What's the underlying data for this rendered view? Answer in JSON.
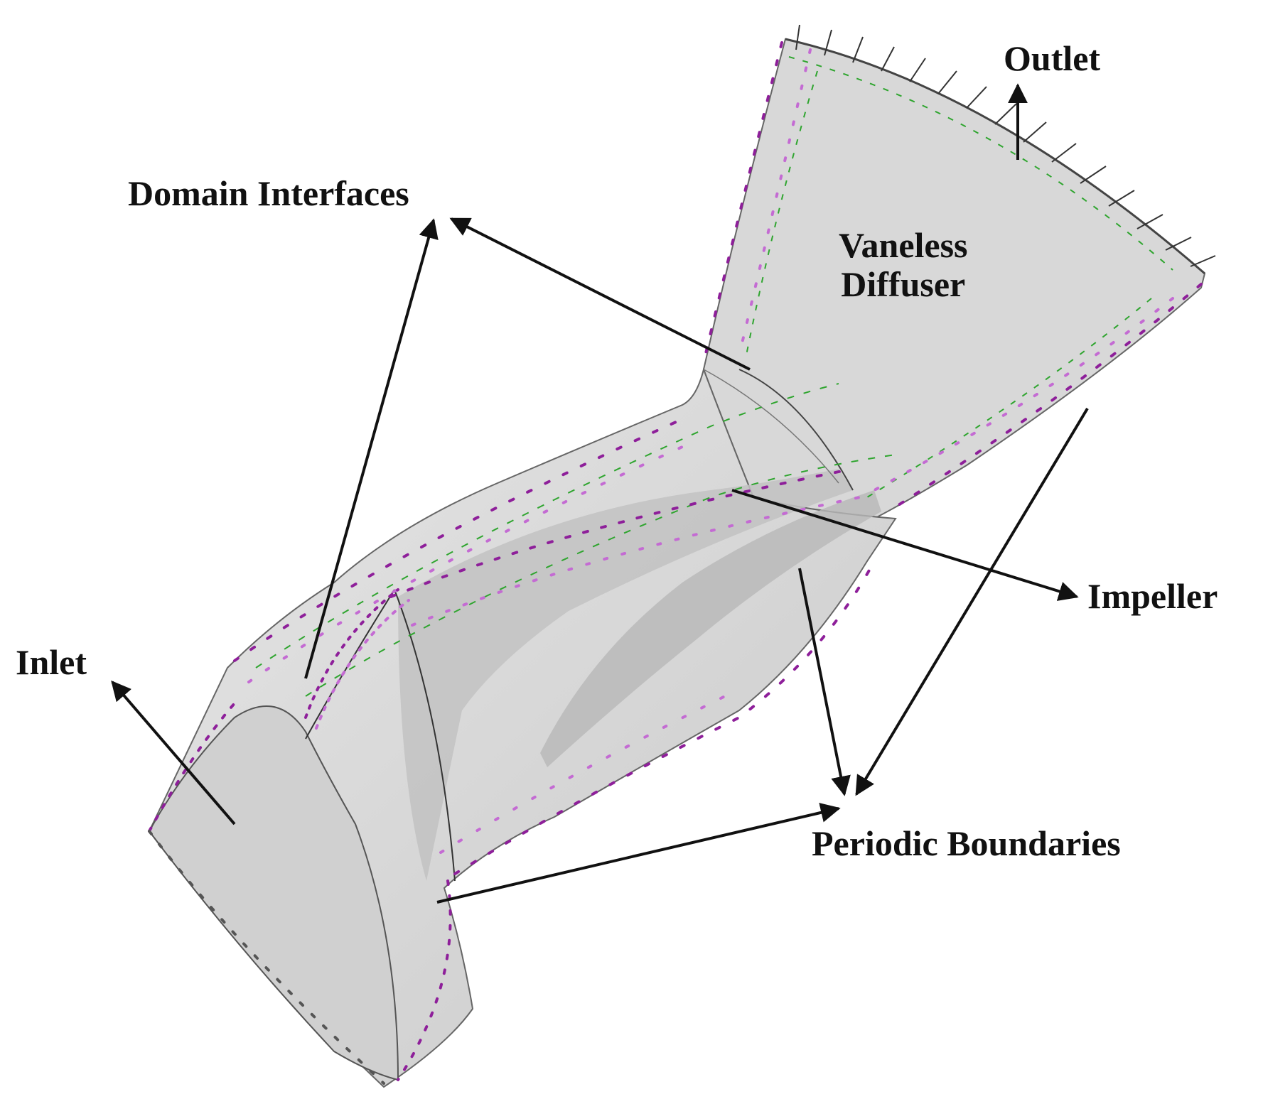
{
  "labels": {
    "outlet": "Outlet",
    "domain_interfaces": "Domain Interfaces",
    "vaneless_line1": "Vaneless",
    "vaneless_line2": "Diffuser",
    "impeller": "Impeller",
    "inlet": "Inlet",
    "periodic_boundaries": "Periodic Boundaries"
  },
  "colors": {
    "domain_fill": "#d4d4d4",
    "domain_fill_light": "#e2e2e2",
    "domain_fill_dark": "#bdbdbd",
    "periodic_marker": "#8e1f9a",
    "periodic_marker_light": "#c46bd3",
    "interface_marker": "#2fa52f",
    "wall_edge": "#555555",
    "arrow": "#111111"
  }
}
